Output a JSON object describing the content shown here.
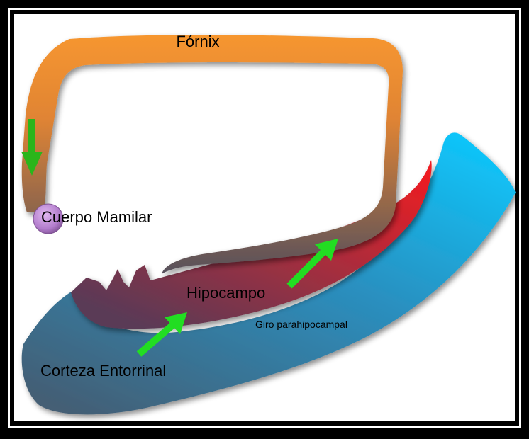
{
  "labels": {
    "fornix": "Fórnix",
    "mamillary": "Cuerpo Mamilar",
    "hippocampus": "Hipocampo",
    "parahippocampal": "Giro parahipocampal",
    "entorhinal": "Corteza Entorrinal"
  },
  "colors": {
    "frame": "#000000",
    "background": "#ffffff",
    "fornix_top": "#f08a2c",
    "fornix_bottom": "#5e5560",
    "hippocampus_top": "#e0202a",
    "hippocampus_bottom": "#5a3c56",
    "parahippocampal_top": "#0fc0f6",
    "parahippocampal_bottom": "#3f5f7a",
    "mamillary": "#c08ad8",
    "arrow": "#22dd22",
    "arrow_dark": "#2bb51b"
  }
}
